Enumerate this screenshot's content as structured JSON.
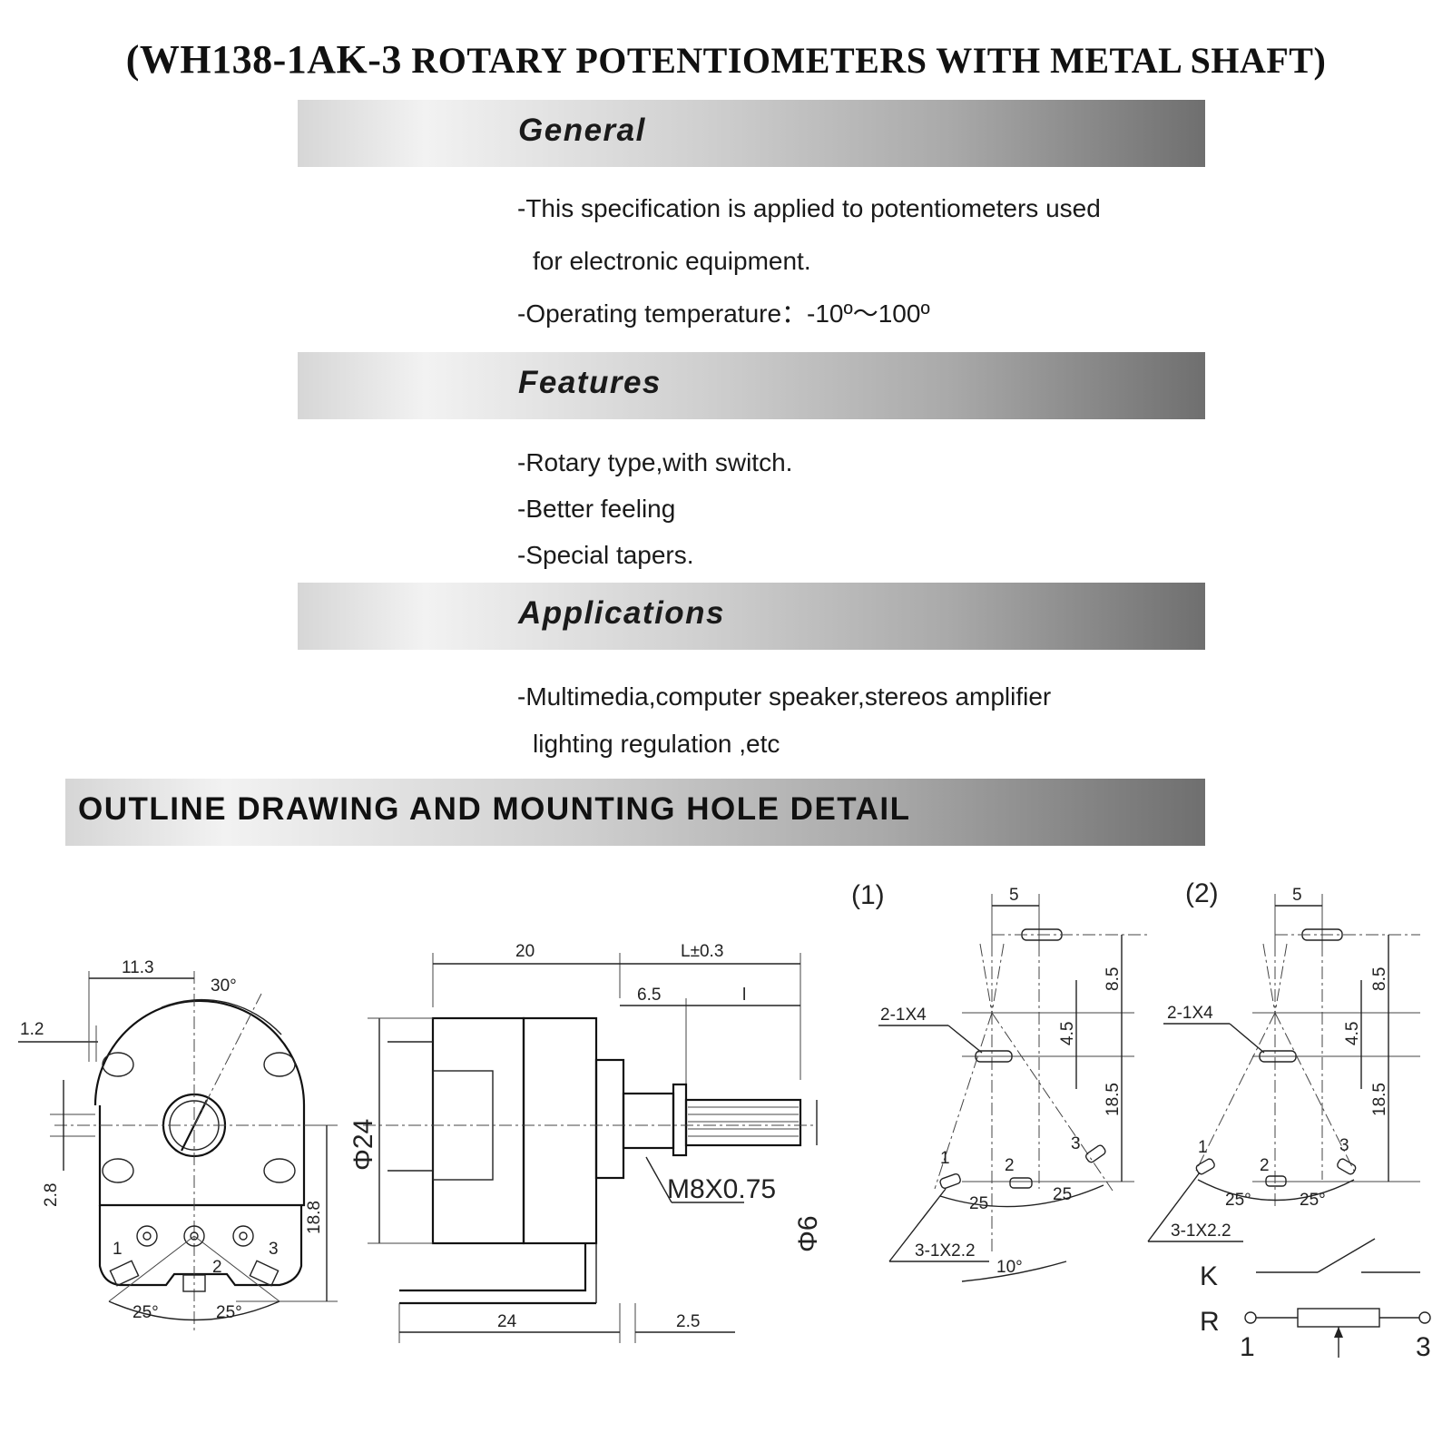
{
  "title": {
    "prefix": "(WH138-1AK-3",
    "rest": " ROTARY POTENTIOMETERS WITH METAL SHAFT)"
  },
  "sections": {
    "general": {
      "heading": "General",
      "lines": [
        "-This specification is applied to potentiometers used",
        "for electronic equipment.",
        "-Operating temperature：-10º～100º"
      ]
    },
    "features": {
      "heading": "Features",
      "lines": [
        "-Rotary type,with switch.",
        "-Better feeling",
        "-Special tapers."
      ]
    },
    "applications": {
      "heading": "Applications",
      "lines": [
        "-Multimedia,computer speaker,stereos amplifier",
        "lighting regulation ,etc"
      ]
    },
    "outline": {
      "heading": "OUTLINE DRAWING AND MOUNTING HOLE DETAIL"
    }
  },
  "drawing": {
    "front_view": {
      "dims": [
        "11.3",
        "30°",
        "1.2",
        "2.8",
        "18.8",
        "25°",
        "25°"
      ],
      "pins": [
        "1",
        "2",
        "3"
      ]
    },
    "side_view": {
      "dims": [
        "20",
        "L±0.3",
        "6.5",
        "l",
        "Φ24",
        "M8X0.75",
        "Φ6",
        "24",
        "2.5"
      ]
    },
    "hole_detail_1": {
      "label": "(1)",
      "dims": [
        "5",
        "8.5",
        "4.5",
        "18.5",
        "2-1X4",
        "3-1X2.2",
        "10°",
        "25",
        "25"
      ],
      "pins": [
        "1",
        "2",
        "3"
      ]
    },
    "hole_detail_2": {
      "label": "(2)",
      "dims": [
        "5",
        "8.5",
        "4.5",
        "18.5",
        "2-1X4",
        "3-1X2.2",
        "25°",
        "25°"
      ],
      "pins": [
        "1",
        "2",
        "3"
      ]
    },
    "schematic": {
      "k_label": "K",
      "r_label": "R",
      "pin_left": "1",
      "pin_right": "3"
    }
  }
}
